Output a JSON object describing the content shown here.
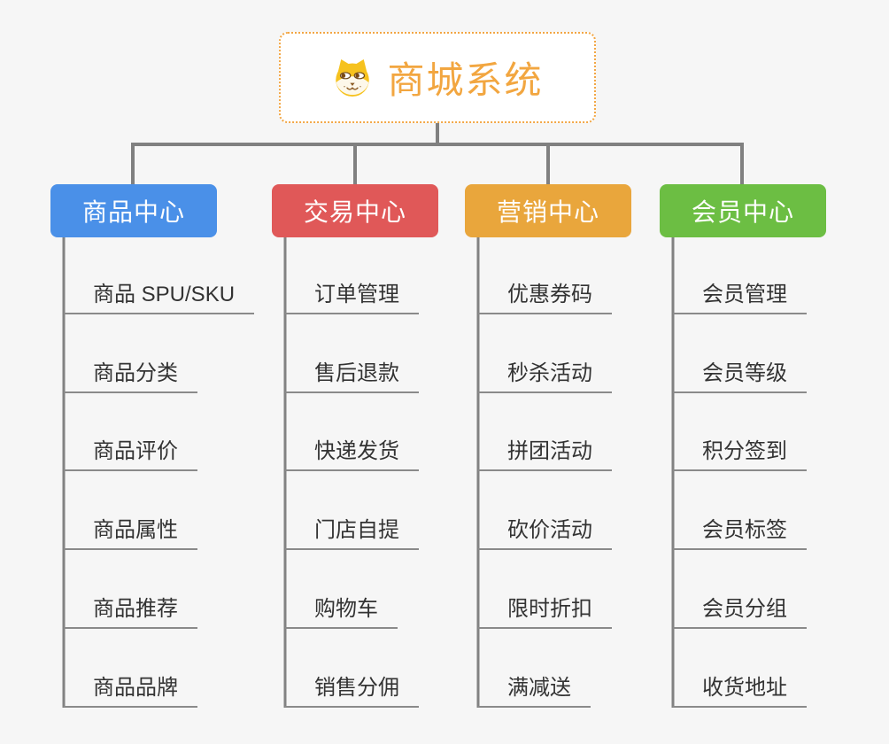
{
  "root": {
    "title": "商城系统",
    "icon": "dog-face-icon",
    "accent_color": "#F2A640",
    "border_color": "#F2A644",
    "background": "#FFFFFF"
  },
  "connector_color": "#808080",
  "underline_color": "#8A8A8A",
  "canvas_background": "#F6F6F6",
  "branches": [
    {
      "label": "商品中心",
      "color": "#4A90E8",
      "children": [
        "商品 SPU/SKU",
        "商品分类",
        "商品评价",
        "商品属性",
        "商品推荐",
        "商品品牌"
      ]
    },
    {
      "label": "交易中心",
      "color": "#E05858",
      "children": [
        "订单管理",
        "售后退款",
        "快递发货",
        "门店自提",
        "购物车",
        "销售分佣"
      ]
    },
    {
      "label": "营销中心",
      "color": "#E9A63C",
      "children": [
        "优惠券码",
        "秒杀活动",
        "拼团活动",
        "砍价活动",
        "限时折扣",
        "满减送"
      ]
    },
    {
      "label": "会员中心",
      "color": "#6CBE43",
      "children": [
        "会员管理",
        "会员等级",
        "积分签到",
        "会员标签",
        "会员分组",
        "收货地址"
      ]
    }
  ]
}
